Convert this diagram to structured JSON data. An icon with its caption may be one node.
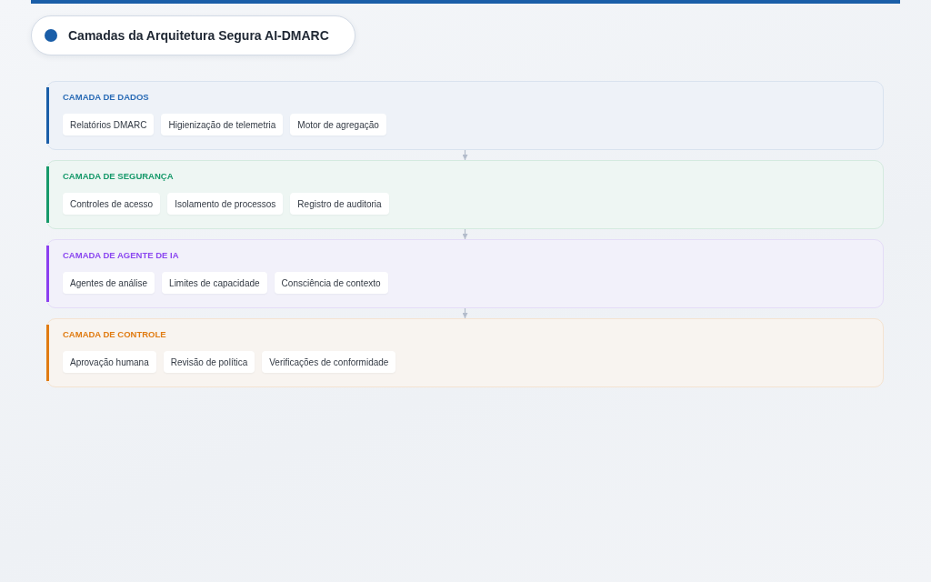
{
  "diagram": {
    "title": "Camadas da Arquitetura Segura AI-DMARC",
    "nodes": [
      {
        "text": [
          "CAMADA DE DADOS"
        ]
      },
      {
        "text": [
          "Relatórios DMARC"
        ],
        "in": 0
      },
      {
        "text": [
          "Higienização de telemetria"
        ],
        "in": 0
      },
      {
        "text": [
          "Motor de agregação"
        ],
        "in": 0
      },
      {
        "text": [
          "CAMADA DE SEGURANÇA"
        ]
      },
      {
        "text": [
          "Controles de acesso"
        ],
        "in": 4
      },
      {
        "text": [
          "Isolamento de processos"
        ],
        "in": 4
      },
      {
        "text": [
          "Registro de auditoria"
        ],
        "in": 4
      },
      {
        "text": [
          "CAMADA DE AGENTE DE IA"
        ]
      },
      {
        "text": [
          "Agentes de análise"
        ],
        "in": 8
      },
      {
        "text": [
          "Limites de capacidade"
        ],
        "in": 8
      },
      {
        "text": [
          "Consciência de contexto"
        ],
        "in": 8
      },
      {
        "text": [
          "CAMADA DE CONTROLE"
        ]
      },
      {
        "text": [
          "Aprovação humana"
        ],
        "in": 12
      },
      {
        "text": [
          "Revisão de política"
        ],
        "in": 12
      },
      {
        "text": [
          "Verificações de conformidade"
        ],
        "in": 12
      }
    ],
    "edges": [
      {
        "from": 0,
        "to": 4,
        "arrow": "to"
      },
      {
        "from": 4,
        "to": 8,
        "arrow": "to"
      },
      {
        "from": 8,
        "to": 12,
        "arrow": "to"
      }
    ]
  }
}
